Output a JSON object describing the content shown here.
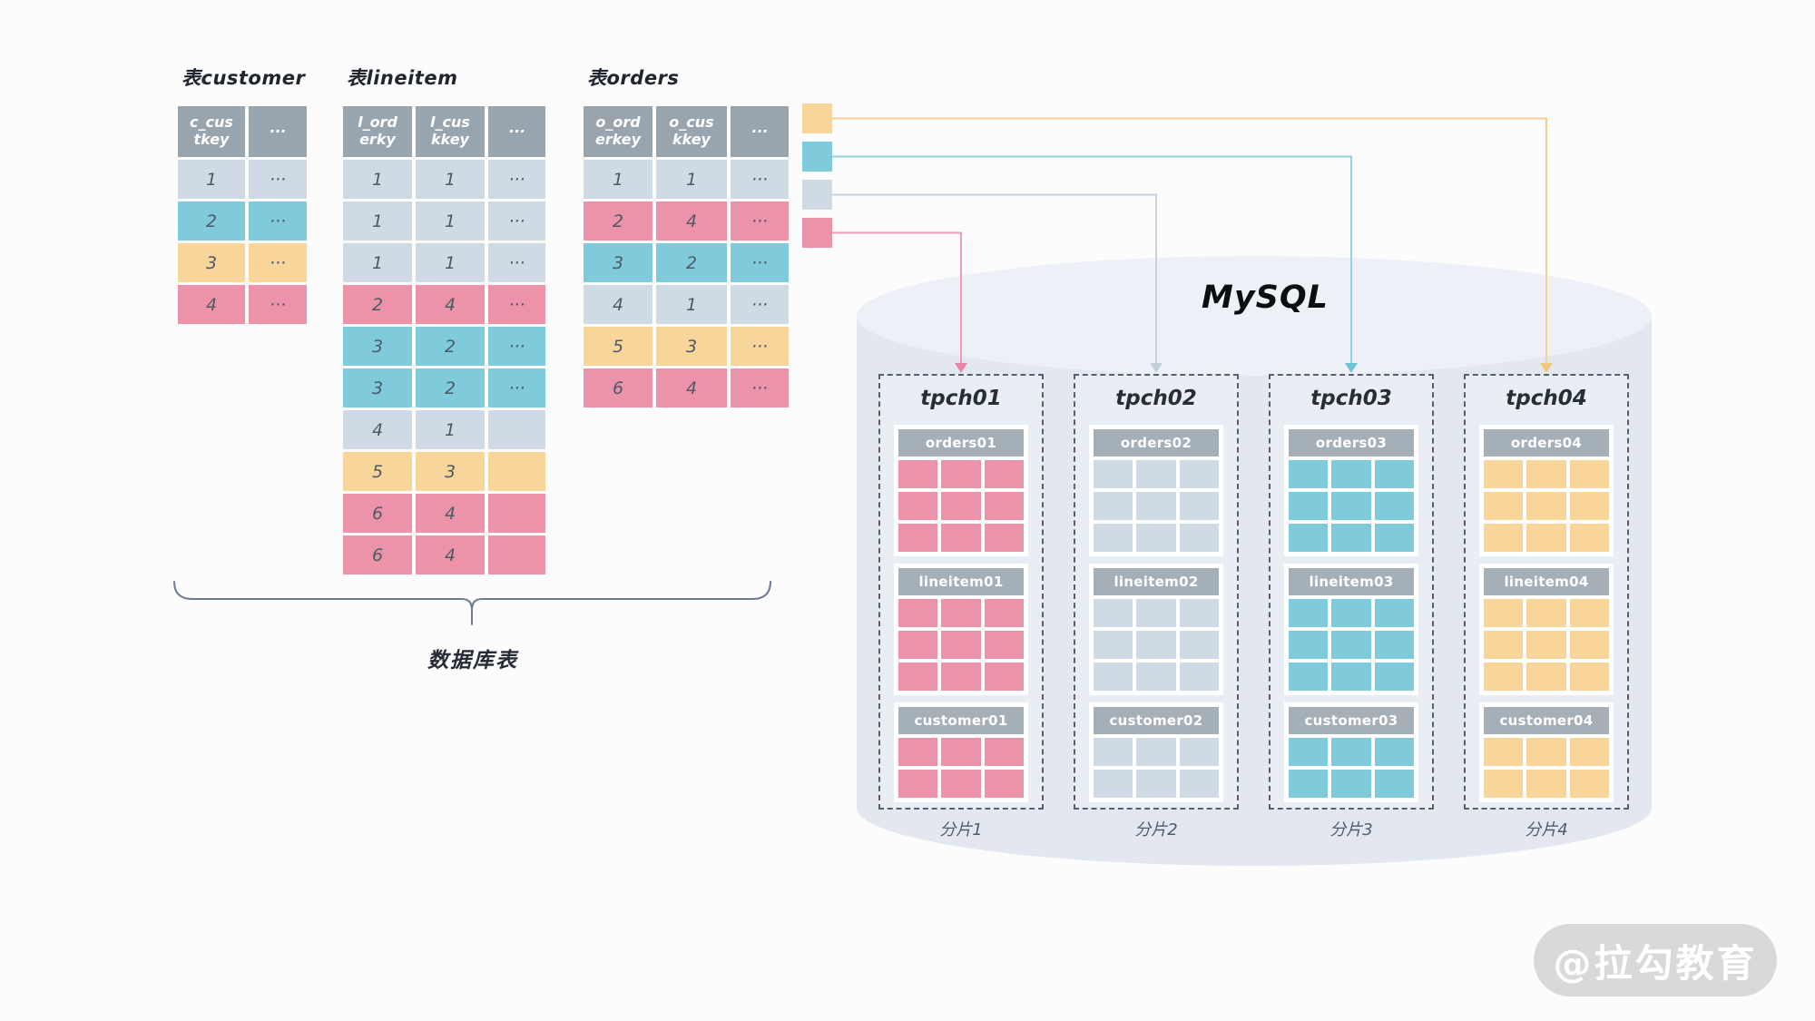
{
  "palette": {
    "gray": "#cfdae4",
    "teal": "#7fcbdb",
    "yellow": "#f8d69b",
    "pink": "#ec93aa",
    "table_header_bg": "#98a4ae",
    "shard_header_bg": "#a4afb8",
    "line_gray": "#c6d3dd",
    "line_teal": "#93d3e0",
    "line_yellow": "#f6d092",
    "line_pink": "#ee9db3",
    "arrow_gray": "#c2cfd9",
    "arrow_teal": "#6fc3d6",
    "arrow_yellow": "#f3c87e",
    "arrow_pink": "#e987a2",
    "cylinder_body": "#e3e8f0",
    "cylinder_top": "#edf1f7"
  },
  "source_tables": [
    {
      "id": "customer",
      "title": "表customer",
      "headers": [
        "c_cus\ntkey",
        "···"
      ],
      "rows": [
        {
          "color": "gray",
          "cells": [
            "1",
            "···"
          ]
        },
        {
          "color": "teal",
          "cells": [
            "2",
            "···"
          ]
        },
        {
          "color": "yellow",
          "cells": [
            "3",
            "···"
          ]
        },
        {
          "color": "pink",
          "cells": [
            "4",
            "···"
          ]
        }
      ]
    },
    {
      "id": "lineitem",
      "title": "表lineitem",
      "headers": [
        "l_ord\nerky",
        "l_cus\nkkey",
        "···"
      ],
      "rows": [
        {
          "color": "gray",
          "cells": [
            "1",
            "1",
            "···"
          ]
        },
        {
          "color": "gray",
          "cells": [
            "1",
            "1",
            "···"
          ]
        },
        {
          "color": "gray",
          "cells": [
            "1",
            "1",
            "···"
          ]
        },
        {
          "color": "pink",
          "cells": [
            "2",
            "4",
            "···"
          ]
        },
        {
          "color": "teal",
          "cells": [
            "3",
            "2",
            "···"
          ]
        },
        {
          "color": "teal",
          "cells": [
            "3",
            "2",
            "···"
          ]
        },
        {
          "color": "gray",
          "cells": [
            "4",
            "1",
            ""
          ]
        },
        {
          "color": "yellow",
          "cells": [
            "5",
            "3",
            ""
          ]
        },
        {
          "color": "pink",
          "cells": [
            "6",
            "4",
            ""
          ]
        },
        {
          "color": "pink",
          "cells": [
            "6",
            "4",
            ""
          ]
        }
      ]
    },
    {
      "id": "orders",
      "title": "表orders",
      "headers": [
        "o_ord\nerkey",
        "o_cus\nkkey",
        "···"
      ],
      "rows": [
        {
          "color": "gray",
          "cells": [
            "1",
            "1",
            "···"
          ]
        },
        {
          "color": "pink",
          "cells": [
            "2",
            "4",
            "···"
          ]
        },
        {
          "color": "teal",
          "cells": [
            "3",
            "2",
            "···"
          ]
        },
        {
          "color": "gray",
          "cells": [
            "4",
            "1",
            "···"
          ]
        },
        {
          "color": "yellow",
          "cells": [
            "5",
            "3",
            "···"
          ]
        },
        {
          "color": "pink",
          "cells": [
            "6",
            "4",
            "···"
          ]
        }
      ]
    }
  ],
  "legend": [
    {
      "color": "yellow"
    },
    {
      "color": "teal"
    },
    {
      "color": "gray"
    },
    {
      "color": "pink"
    }
  ],
  "mysql": {
    "title": "MySQL"
  },
  "shards": [
    {
      "name": "tpch01",
      "caption": "分片1",
      "color": "pink",
      "tables": [
        {
          "label": "orders01",
          "rows": 3
        },
        {
          "label": "lineitem01",
          "rows": 3
        },
        {
          "label": "customer01",
          "rows": 2
        }
      ]
    },
    {
      "name": "tpch02",
      "caption": "分片2",
      "color": "gray",
      "tables": [
        {
          "label": "orders02",
          "rows": 3
        },
        {
          "label": "lineitem02",
          "rows": 3
        },
        {
          "label": "customer02",
          "rows": 2
        }
      ]
    },
    {
      "name": "tpch03",
      "caption": "分片3",
      "color": "teal",
      "tables": [
        {
          "label": "orders03",
          "rows": 3
        },
        {
          "label": "lineitem03",
          "rows": 3
        },
        {
          "label": "customer03",
          "rows": 2
        }
      ]
    },
    {
      "name": "tpch04",
      "caption": "分片4",
      "color": "yellow",
      "tables": [
        {
          "label": "orders04",
          "rows": 3
        },
        {
          "label": "lineitem04",
          "rows": 3
        },
        {
          "label": "customer04",
          "rows": 2
        }
      ]
    }
  ],
  "brace_label": "数据库表",
  "watermark": "@拉勾教育"
}
